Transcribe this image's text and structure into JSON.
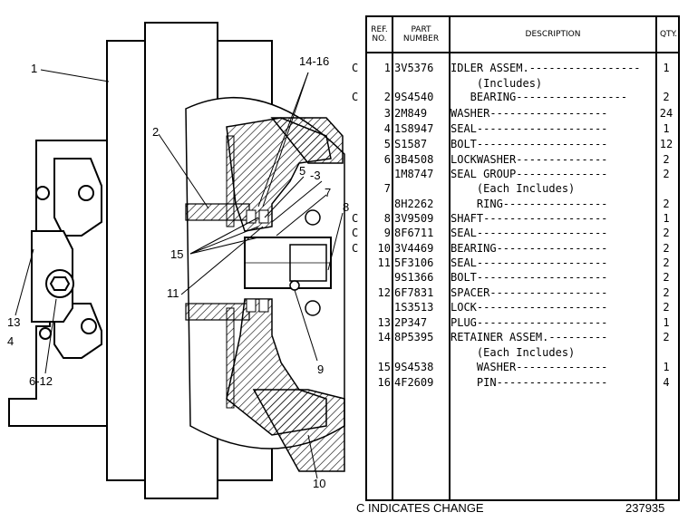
{
  "table": {
    "headers": {
      "ref": "REF. NO.",
      "part": "PART NUMBER",
      "desc": "DESCRIPTION",
      "qty": "QTY."
    },
    "rows": [
      {
        "mark": "C",
        "ref": "1",
        "part": "3V5376",
        "desc": "IDLER ASSEM.-----------------",
        "qty": "1"
      },
      {
        "mark": "",
        "ref": "",
        "part": "",
        "desc": "    (Includes)",
        "qty": ""
      },
      {
        "mark": "C",
        "ref": "2",
        "part": "9S4540",
        "desc": "   BEARING-----------------",
        "qty": "2"
      },
      {
        "mark": "",
        "ref": "3",
        "part": "2M849",
        "desc": "WASHER------------------",
        "qty": "24"
      },
      {
        "mark": "",
        "ref": "4",
        "part": "1S8947",
        "desc": "SEAL--------------------",
        "qty": "1"
      },
      {
        "mark": "",
        "ref": "5",
        "part": "S1587",
        "desc": "BOLT--------------------",
        "qty": "12"
      },
      {
        "mark": "",
        "ref": "6",
        "part": "3B4508",
        "desc": "LOCKWASHER--------------",
        "qty": "2"
      },
      {
        "mark": "",
        "ref": "",
        "part": "1M8747",
        "desc": "SEAL GROUP--------------",
        "qty": "2"
      },
      {
        "mark": "",
        "ref": "7",
        "part": "",
        "desc": "    (Each Includes)",
        "qty": ""
      },
      {
        "mark": "",
        "ref": "",
        "part": "8H2262",
        "desc": "    RING----------------",
        "qty": "2"
      },
      {
        "mark": "C",
        "ref": "8",
        "part": "3V9509",
        "desc": "SHAFT-------------------",
        "qty": "1"
      },
      {
        "mark": "C",
        "ref": "9",
        "part": "8F6711",
        "desc": "SEAL--------------------",
        "qty": "2"
      },
      {
        "mark": "C",
        "ref": "10",
        "part": "3V4469",
        "desc": "BEARING-----------------",
        "qty": "2"
      },
      {
        "mark": "",
        "ref": "11",
        "part": "5F3106",
        "desc": "SEAL--------------------",
        "qty": "2"
      },
      {
        "mark": "",
        "ref": "",
        "part": "9S1366",
        "desc": "BOLT--------------------",
        "qty": "2"
      },
      {
        "mark": "",
        "ref": "12",
        "part": "6F7831",
        "desc": "SPACER------------------",
        "qty": "2"
      },
      {
        "mark": "",
        "ref": "",
        "part": "1S3513",
        "desc": "LOCK--------------------",
        "qty": "2"
      },
      {
        "mark": "",
        "ref": "13",
        "part": "2P347",
        "desc": "PLUG--------------------",
        "qty": "1"
      },
      {
        "mark": "",
        "ref": "14",
        "part": "8P5395",
        "desc": "RETAINER ASSEM.---------",
        "qty": "2"
      },
      {
        "mark": "",
        "ref": "",
        "part": "",
        "desc": "    (Each Includes)",
        "qty": ""
      },
      {
        "mark": "",
        "ref": "15",
        "part": "9S4538",
        "desc": "    WASHER--------------",
        "qty": "1"
      },
      {
        "mark": "",
        "ref": "16",
        "part": "4F2609",
        "desc": "    PIN-----------------",
        "qty": "4"
      }
    ]
  },
  "callouts": {
    "c1": "1",
    "c2": "2",
    "c14_16": "14-16",
    "c5": "5",
    "c3": "-3",
    "c7": "7",
    "c8": "8",
    "c15": "15",
    "c11": "11",
    "c9": "9",
    "c10": "10",
    "c13": "13",
    "c4": "4",
    "c6_12": "6-12"
  },
  "footer": {
    "note": "C INDICATES CHANGE",
    "number": "237935"
  }
}
